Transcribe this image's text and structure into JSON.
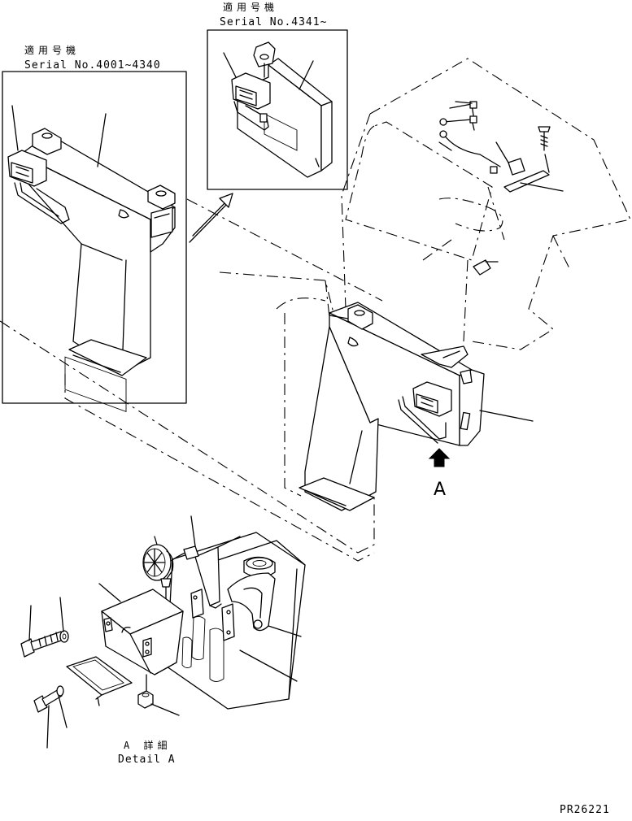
{
  "inset_left": {
    "label_jp": "適用号機",
    "label_serial": "Serial No.4001~4340"
  },
  "inset_top": {
    "label_jp": "適用号機",
    "label_serial": "Serial No.4341~"
  },
  "view_marker": {
    "label": "A"
  },
  "detail": {
    "label_jp": "A 詳細",
    "label_en": "Detail A"
  },
  "drawing_code": "PR26221"
}
